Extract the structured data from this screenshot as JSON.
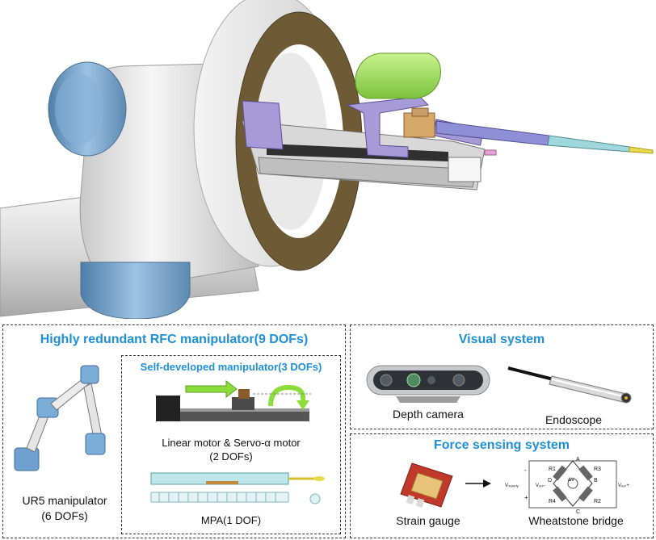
{
  "panels": {
    "rfc": {
      "title": "Highly redundant RFC manipulator(9 DOFs)",
      "ur5_label_line1": "UR5 manipulator",
      "ur5_label_line2": "(6 DOFs)",
      "self_dev": {
        "title": "Self-developed manipulator(3 DOFs)",
        "motor_label_line1": "Linear motor & Servo-α  motor",
        "motor_label_line2": "(2 DOFs)",
        "mpa_label": "MPA(1 DOF)"
      }
    },
    "visual": {
      "title": "Visual system",
      "depth_label": "Depth camera",
      "endoscope_label": "Endoscope"
    },
    "force": {
      "title": "Force sensing system",
      "strain_label": "Strain gauge",
      "bridge_label": "Wheatstone bridge",
      "bridge_text": {
        "r1": "R1",
        "r2": "R2",
        "r3": "R3",
        "r4": "R4",
        "a": "A",
        "b": "B",
        "c": "C",
        "d": "D",
        "vsupply": "Vₛᵤₚₚₗᵧ",
        "vout_minus": "Vₒᵤₜ-",
        "vout_plus": "Vₒᵤₜ+",
        "dv": "ΔV",
        "minus": "-",
        "plus": "+"
      }
    }
  },
  "colors": {
    "title_blue": "#1f8fd6",
    "ring_brown": "#6e5a34",
    "tool_green": "#9ae04f",
    "bracket_purple": "#a79ad8",
    "joint_blue": "#7aaed8"
  }
}
